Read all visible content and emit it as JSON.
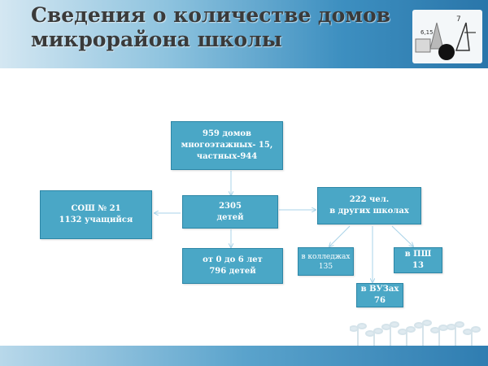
{
  "header": {
    "title_line1": "Сведения о количестве домов",
    "title_line2": "микрорайона школы"
  },
  "logo": {
    "icon": "geometry-shapes-icon",
    "label_a": "6,15",
    "label_b": "7"
  },
  "diagram": {
    "houses": {
      "line1": "959 домов",
      "line2": "многоэтажных- 15,",
      "line3": "частных-944"
    },
    "children": {
      "line1": "2305",
      "line2": "детей"
    },
    "school": {
      "line1": "СОШ № 21",
      "line2": "1132 учащийся"
    },
    "other_schools": {
      "line1": "222 чел.",
      "line2": "в других школах"
    },
    "preschool": {
      "line1": "от 0 до 6 лет",
      "line2": "796 детей"
    },
    "colleges": {
      "line1": "в колледжах",
      "line2": "135"
    },
    "universities": {
      "line1": "в ВУЗах",
      "line2": "76"
    },
    "ppsh": {
      "line1": "в ПШ",
      "line2": "13"
    }
  },
  "colors": {
    "box_fill": "#4aa7c6",
    "box_border": "#2c86a6",
    "connector": "#a9d3e8"
  }
}
